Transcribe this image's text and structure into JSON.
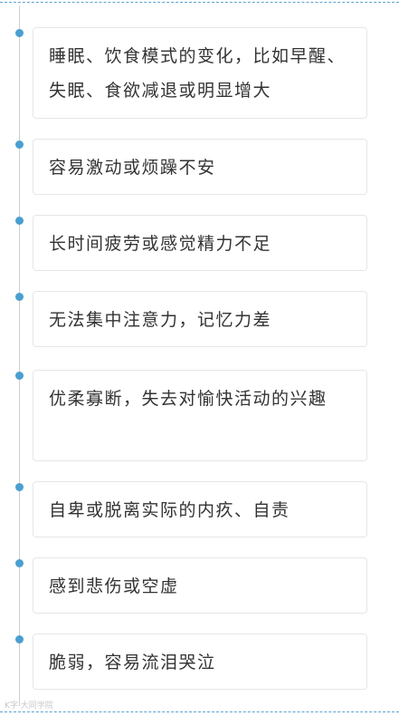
{
  "items": [
    {
      "text": "睡眠、饮食模式的变化，比如早醒、失眠、食欲减退或明显增大"
    },
    {
      "text": "容易激动或烦躁不安"
    },
    {
      "text": "长时间疲劳或感觉精力不足"
    },
    {
      "text": "无法集中注意力，记忆力差"
    },
    {
      "text": "优柔寡断，失去对愉快活动的兴趣"
    },
    {
      "text": "自卑或脱离实际的内疚、自责"
    },
    {
      "text": "感到悲伤或空虚"
    },
    {
      "text": "脆弱，容易流泪哭泣"
    }
  ],
  "watermark": "K字·大同学院",
  "colors": {
    "dot": "#4a9fd0",
    "line": "#cfcfcf",
    "dashed_border": "#5ba3cf",
    "card_border": "#e6e6e6",
    "text": "#333333"
  }
}
